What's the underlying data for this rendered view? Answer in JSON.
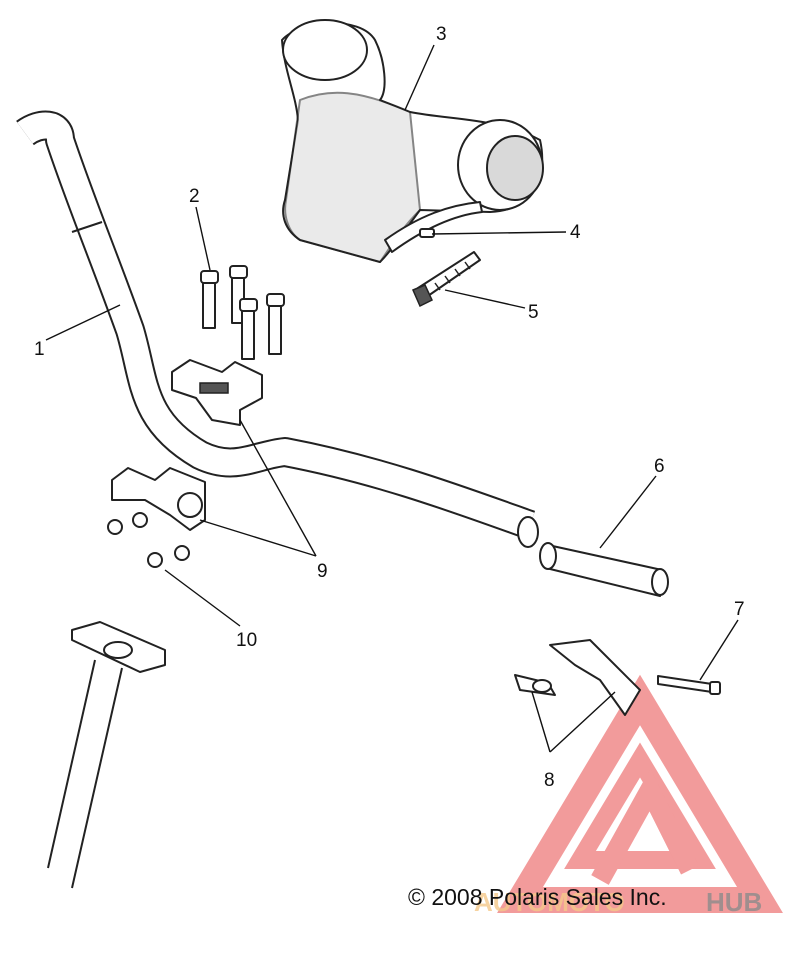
{
  "callouts": {
    "c1": "1",
    "c2": "2",
    "c3": "3",
    "c4": "4",
    "c5": "5",
    "c6": "6",
    "c7": "7",
    "c8": "8",
    "c9": "9",
    "c10": "10"
  },
  "copyright": "© 2008 Polaris Sales Inc.",
  "watermark": {
    "text_orange": "AUTOMOTO",
    "text_gray": "HUB",
    "colors": {
      "red": "#f08a8a",
      "orange": "#f5c98a",
      "gray": "#8c8c8c"
    }
  }
}
